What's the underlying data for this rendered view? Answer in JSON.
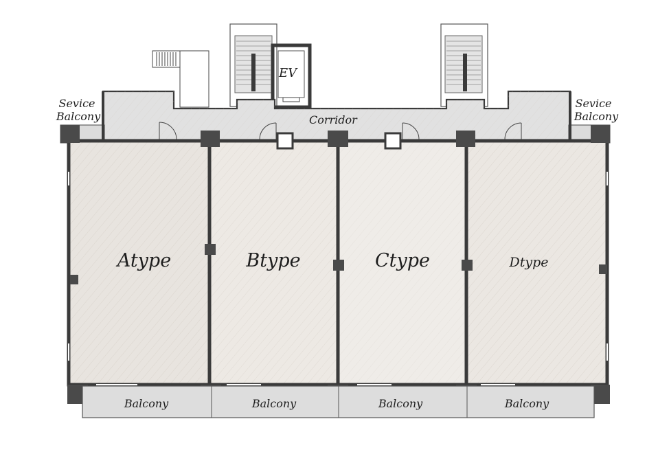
{
  "diagram": {
    "labels": {
      "ev": "EV",
      "corridor": "Corridor",
      "service_balcony_left": [
        "Sevice",
        "Balcony"
      ],
      "service_balcony_right": [
        "Sevice",
        "Balcony"
      ]
    },
    "units": [
      {
        "id": "a",
        "label": "Atype"
      },
      {
        "id": "b",
        "label": "Btype"
      },
      {
        "id": "c",
        "label": "Ctype"
      },
      {
        "id": "d",
        "label": "Dtype"
      }
    ],
    "balconies": [
      "Balcony",
      "Balcony",
      "Balcony",
      "Balcony"
    ],
    "colors": {
      "wall": "#3a3a3a",
      "column": "#4a4a4a",
      "room_fill": "#ebe7e2",
      "corridor_fill": "#e2e2e2",
      "balcony_fill": "#dedede",
      "line": "#555555"
    }
  }
}
